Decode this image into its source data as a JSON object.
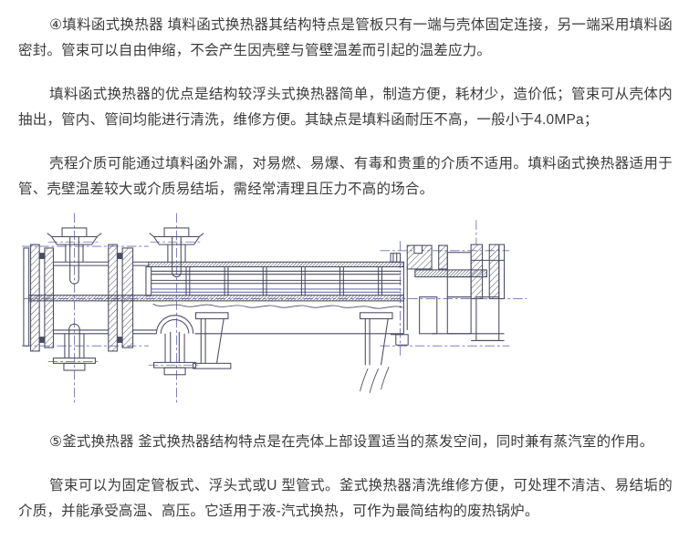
{
  "page": {
    "background": "#ffffff",
    "text_color": "#3b3b3b"
  },
  "article": {
    "paragraphs": [
      "④填料函式换热器 填料函式换热器其结构特点是管板只有一端与壳体固定连接，另一端采用填料函密封。管束可以自由伸缩，不会产生因壳壁与管壁温差而引起的温差应力。",
      "填料函式换热器的优点是结构较浮头式换热器简单，制造方便，耗材少，造价低；管束可从壳体内抽出，管内、管间均能进行清洗，维修方便。其缺点是填料函耐压不高，一般小于4.0MPa；",
      "壳程介质可能通过填料函外漏，对易燃、易爆、有毒和贵重的介质不适用。填料函式换热器适用于管、壳壁温差较大或介质易结垢，需经常清理且压力不高的场合。",
      "⑤釜式换热器 釜式换热器结构特点是在壳体上部设置适当的蒸发空间，同时兼有蒸汽室的作用。",
      "管束可以为固定管板式、浮头式或U 型管式。釜式换热器清洗维修方便，可处理不清洁、易结垢的介质，并能承受高温、高压。它适用于液-汽式换热，可作为最简结构的废热锅炉。"
    ]
  },
  "figure": {
    "line_color": "#4b4b63",
    "centerline_color": "#6f6fb8"
  }
}
